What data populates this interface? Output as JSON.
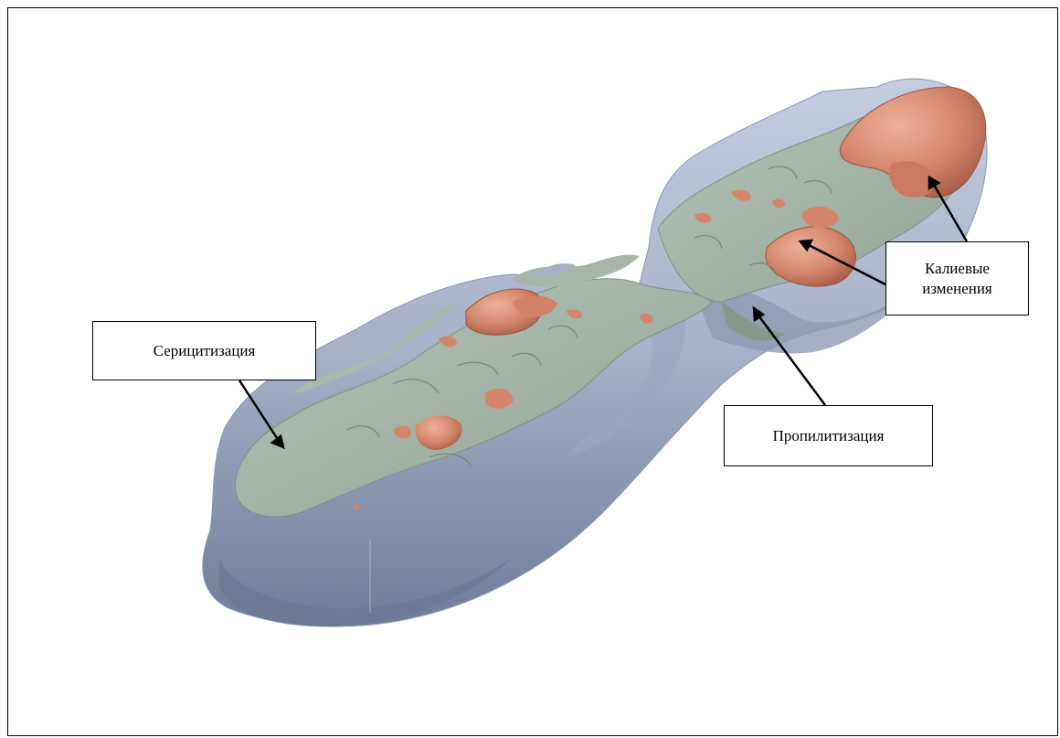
{
  "labels": {
    "sericitization": "Серицитизация",
    "potassic": "Калиевые\nизменения",
    "propylitization": "Пропилитизация"
  },
  "colors": {
    "shell_blue": "#a9b4c9",
    "shell_dark": "#6f7d99",
    "propylitic_green": "#a3b3a6",
    "potassic_salmon": "#d4866c",
    "frame": "#000000"
  }
}
